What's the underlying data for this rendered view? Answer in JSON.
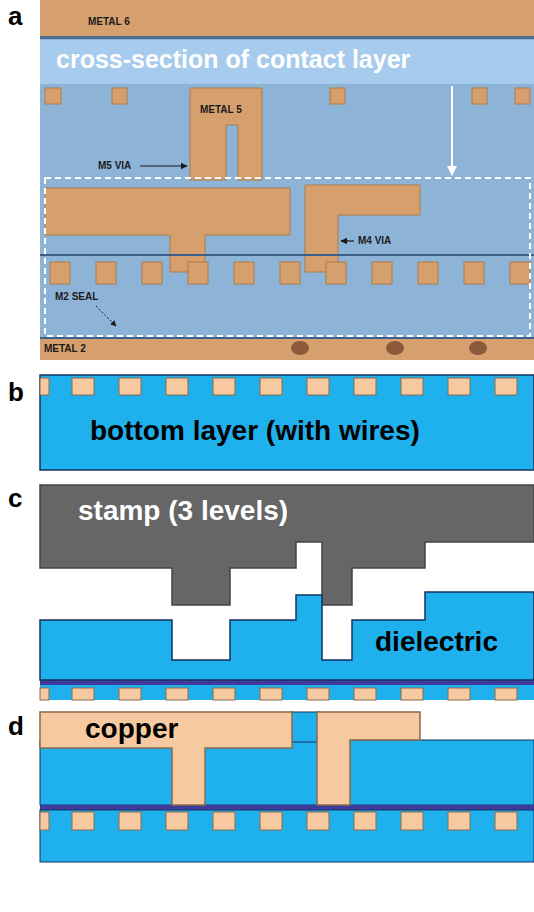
{
  "diagram": {
    "nodes": [
      {
        "text": [
          "bottom layer (with wires)"
        ]
      },
      {
        "text": [
          "stamp (3 levels)"
        ]
      },
      {
        "text": [
          "dielectric"
        ]
      },
      {
        "text": [
          "copper"
        ]
      }
    ],
    "labels": [
      "a",
      "METAL 6",
      "cross-section of contact layer",
      "METAL 5",
      "M5 VIA",
      "M4 VIA",
      "M2 SEAL",
      "METAL 2",
      "b",
      "c",
      "d"
    ]
  }
}
